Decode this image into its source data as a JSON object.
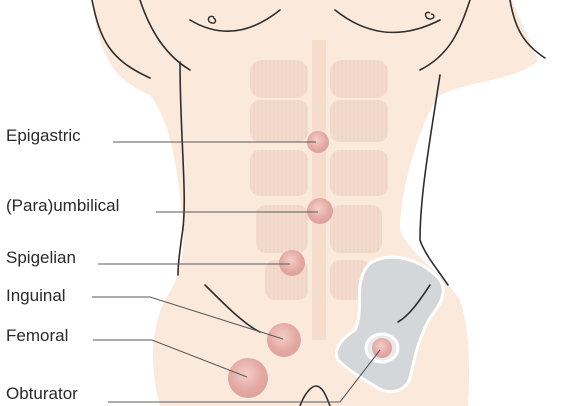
{
  "diagram": {
    "colors": {
      "skin": "#fbe9db",
      "outline": "#2e2e2e",
      "muscle": "#f2d6c4",
      "hernia": "#e6a9a4",
      "bone": "#d3d6d8",
      "leader": "#555555"
    },
    "labels": [
      {
        "id": "epigastric",
        "text": "Epigastric"
      },
      {
        "id": "paraumbilical",
        "text": "(Para)umbilical"
      },
      {
        "id": "spigelian",
        "text": "Spigelian"
      },
      {
        "id": "inguinal",
        "text": "Inguinal"
      },
      {
        "id": "femoral",
        "text": "Femoral"
      },
      {
        "id": "obturator",
        "text": "Obturator"
      }
    ]
  }
}
